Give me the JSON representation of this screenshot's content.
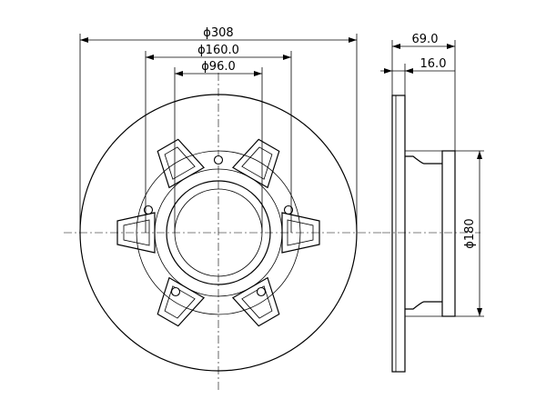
{
  "dimensions": {
    "outer_diameter": "ϕ308",
    "bolt_circle_diameter": "ϕ160.0",
    "center_bore_diameter": "ϕ96.0",
    "total_height": "69.0",
    "disc_thickness": "16.0",
    "hub_diameter": "ϕ180"
  }
}
